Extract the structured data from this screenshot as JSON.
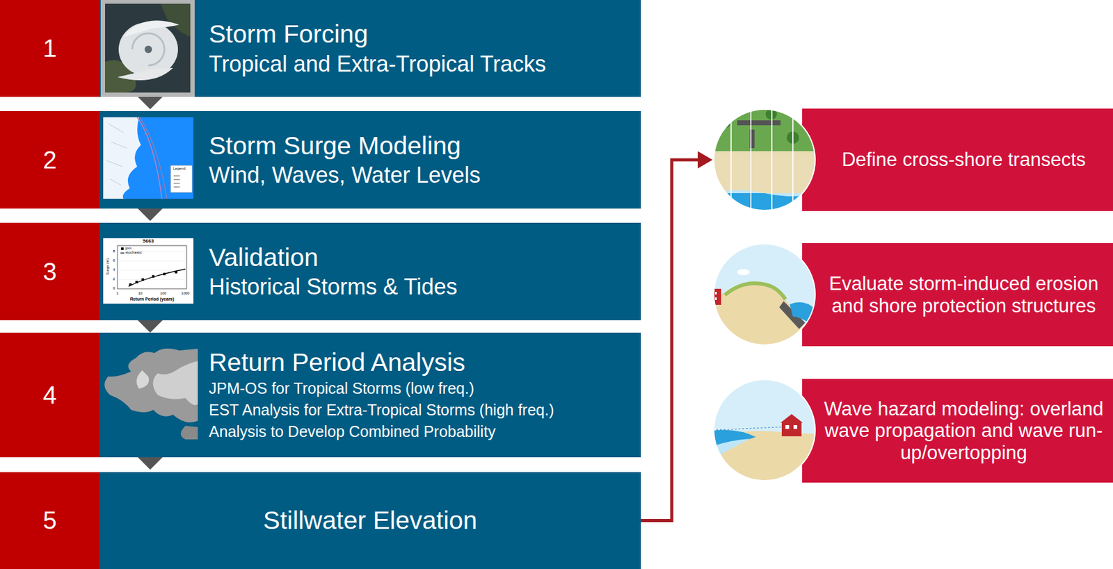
{
  "diagram": {
    "nodes": [
      {
        "text": [
          "1"
        ]
      },
      {
        "text": [
          "Storm Forcing",
          "Tropical and Extra-Tropical Tracks"
        ]
      },
      {
        "text": [
          "2"
        ]
      },
      {
        "text": [
          "Storm Surge Modeling",
          "Wind, Waves, Water Levels"
        ]
      },
      {
        "text": [
          "3"
        ]
      },
      {
        "text": [
          "Validation",
          "Historical Storms & Tides"
        ]
      },
      {
        "text": [
          "4"
        ]
      },
      {
        "text": [
          "Return Period Analysis",
          "JPM-OS for Tropical Storms (low freq.)",
          "EST Analysis for Extra-Tropical Storms (high freq.)",
          "Analysis to Develop Combined Probability"
        ]
      },
      {
        "text": [
          "5"
        ]
      },
      {
        "text": [
          "Stillwater Elevation"
        ]
      },
      {
        "text": [
          "Define cross-shore transects"
        ]
      },
      {
        "text": [
          "Evaluate storm-induced erosion and shore protection structures"
        ]
      },
      {
        "text": [
          "Wave hazard modeling: overland wave propagation and wave run-up/overtopping"
        ]
      }
    ],
    "edges": [
      {
        "from": 1,
        "to": 3,
        "arrow": "to"
      },
      {
        "from": 3,
        "to": 5,
        "arrow": "to"
      },
      {
        "from": 5,
        "to": 7,
        "arrow": "to"
      },
      {
        "from": 7,
        "to": 9,
        "arrow": "to"
      },
      {
        "from": 9,
        "to": 10,
        "arrow": "to"
      }
    ],
    "labels": [
      "Legend",
      "5663",
      "jpm",
      "stochastic",
      "Surge (m)",
      "0",
      "2",
      "4",
      "6",
      "8",
      "1",
      "10",
      "100",
      "1000",
      "Return Period (years)"
    ]
  }
}
